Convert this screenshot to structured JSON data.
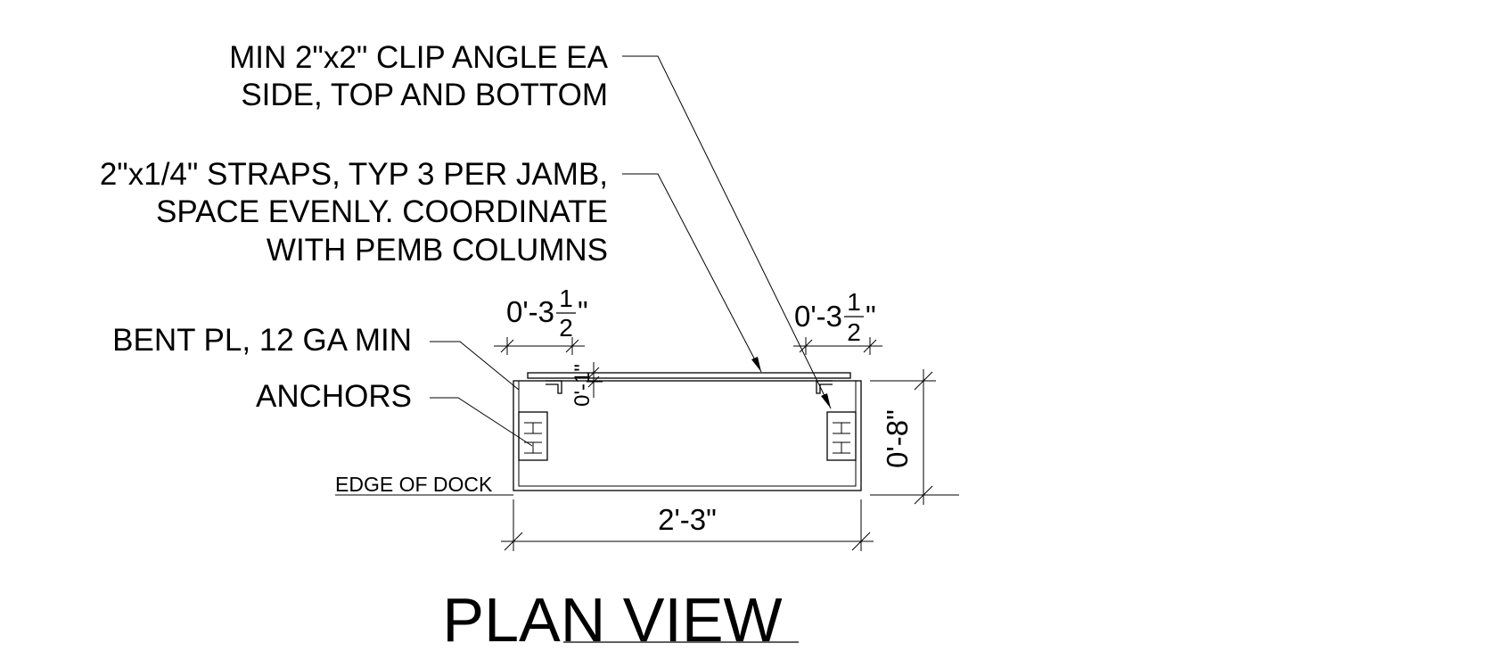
{
  "callouts": {
    "clip_angle": [
      "MIN 2\"x2\" CLIP ANGLE EA",
      "SIDE, TOP AND BOTTOM"
    ],
    "straps": [
      "2\"x1/4\" STRAPS, TYP 3 PER JAMB,",
      "SPACE EVENLY. COORDINATE",
      "WITH PEMB COLUMNS"
    ],
    "bent_plate": "BENT PL, 12 GA MIN",
    "anchors": "ANCHORS",
    "edge_of_dock": "EDGE OF DOCK"
  },
  "dimensions": {
    "left_offset": {
      "whole": "0'-3",
      "num": "1",
      "den": "2",
      "inch": "\""
    },
    "right_offset": {
      "whole": "0'-3",
      "num": "1",
      "den": "2",
      "inch": "\""
    },
    "plate_thickness": "0'-1\"",
    "depth": "0'-8\"",
    "width": "2'-3\""
  },
  "title": "PLAN VIEW"
}
